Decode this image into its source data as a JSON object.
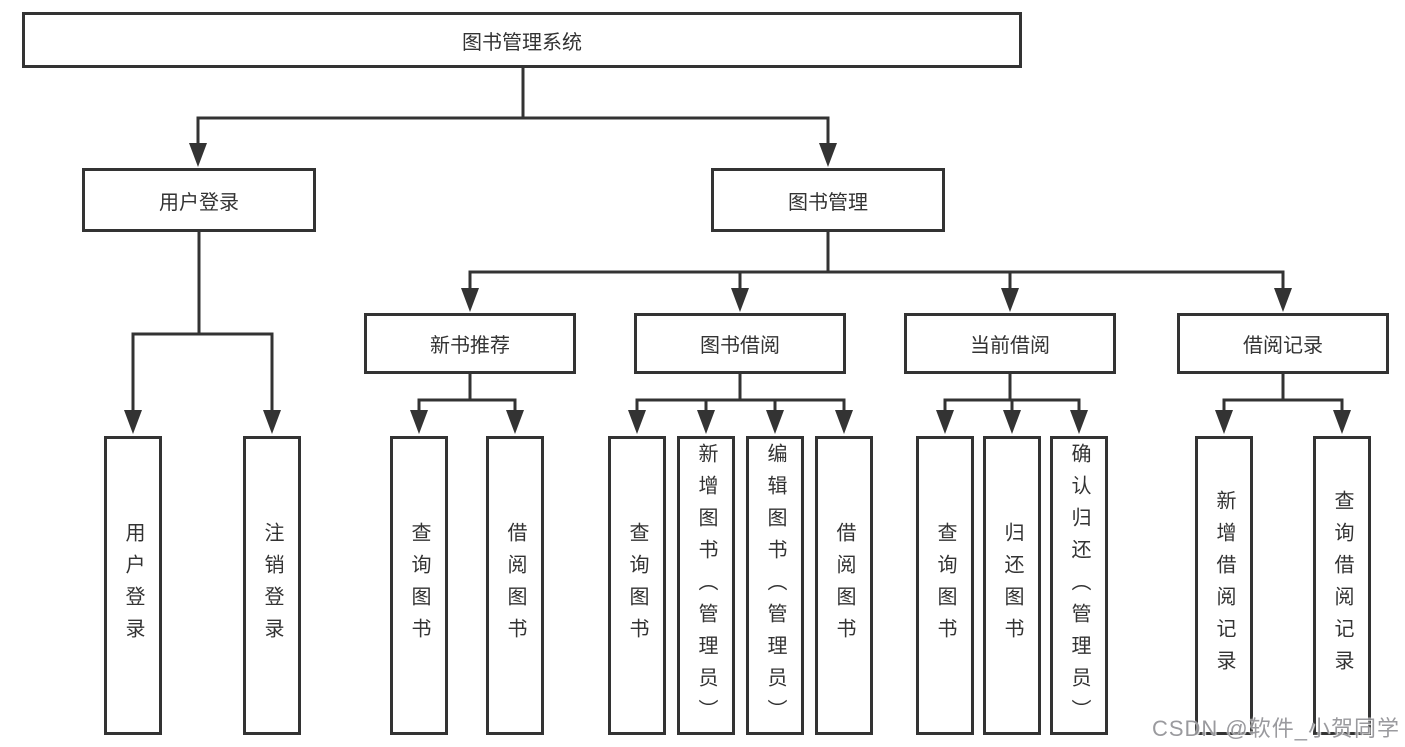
{
  "diagram": {
    "root": "图书管理系统",
    "level2": [
      "用户登录",
      "图书管理"
    ],
    "level3": [
      "新书推荐",
      "图书借阅",
      "当前借阅",
      "借阅记录"
    ],
    "leaves": {
      "user_login": [
        "用户登录",
        "注销登录"
      ],
      "new_book_recommend": [
        "查询图书",
        "借阅图书"
      ],
      "book_borrow": [
        "查询图书",
        "新增图书（管理员）",
        "编辑图书（管理员）",
        "借阅图书"
      ],
      "current_borrow": [
        "查询图书",
        "归还图书",
        "确认归还（管理员）"
      ],
      "borrow_records": [
        "新增借阅记录",
        "查询借阅记录"
      ]
    },
    "watermark": "CSDN @软件_小贺同学",
    "colors": {
      "line": "#333333",
      "box_border": "#333333",
      "background": "#ffffff",
      "watermark": "#91919 6"
    }
  }
}
